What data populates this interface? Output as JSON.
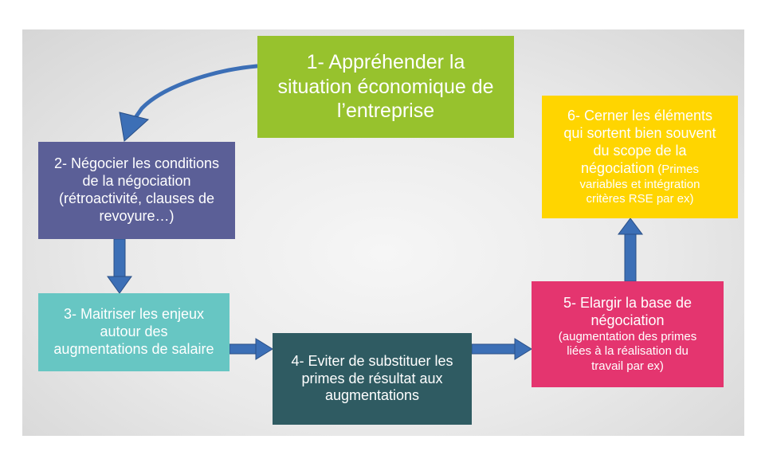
{
  "diagram": {
    "steps": [
      {
        "id": "step-1",
        "lines": [
          "1- Appréhender la",
          "situation économique de",
          "l’entreprise"
        ]
      },
      {
        "id": "step-2",
        "lines": [
          "2- Négocier les conditions",
          "de la négociation",
          "(rétroactivité, clauses de",
          "revoyure…)"
        ]
      },
      {
        "id": "step-3",
        "lines": [
          "3- Maitriser les enjeux",
          "autour des",
          "augmentations de salaire"
        ]
      },
      {
        "id": "step-4",
        "lines": [
          "4- Eviter de substituer les",
          "primes de résultat aux",
          "augmentations"
        ]
      },
      {
        "id": "step-5",
        "lines": [
          "5- Elargir la base de",
          "négociation"
        ],
        "detail_lines": [
          "(augmentation des primes",
          "liées à la réalisation du",
          "travail par ex)"
        ]
      },
      {
        "id": "step-6",
        "lines": [
          "6- Cerner les éléments",
          "qui sortent bien souvent",
          "du scope de la"
        ],
        "mixed_line": {
          "main": "négociation",
          "detail": " (Primes"
        },
        "detail_lines": [
          "variables et intégration",
          "critères RSE par ex)"
        ]
      }
    ],
    "colors": {
      "step1": "#97c22d",
      "step2": "#5b5f97",
      "step3": "#67c6c3",
      "step4": "#2f5b62",
      "step5": "#e4356f",
      "step6": "#ffd500",
      "arrow": "#3c6fb6",
      "arrow_outline": "#2a4f86"
    }
  }
}
